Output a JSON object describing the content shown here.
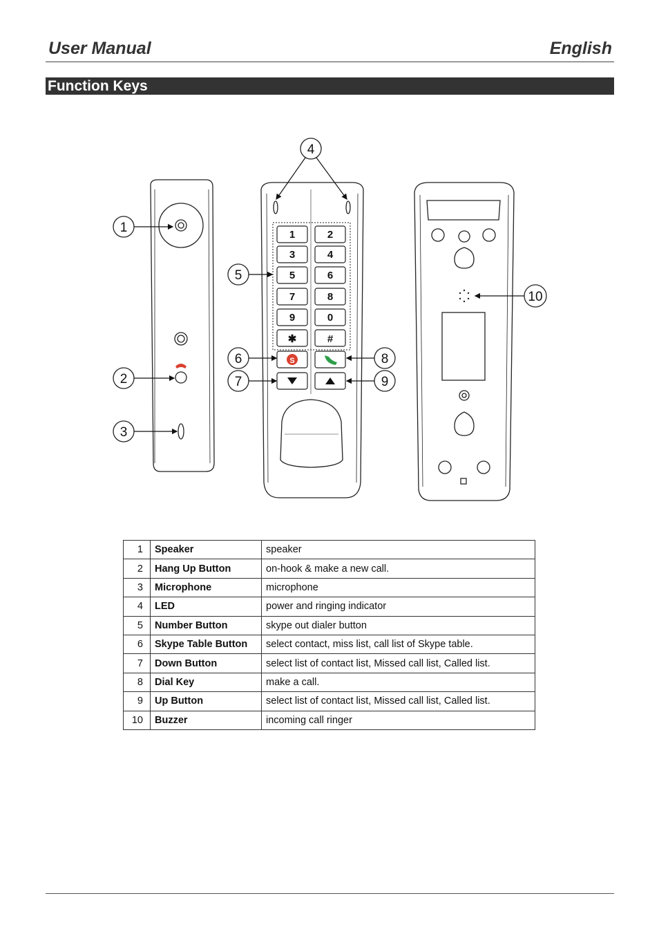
{
  "header": {
    "left": "User Manual",
    "right": "English"
  },
  "section": {
    "title": "Function Keys"
  },
  "figure": {
    "callouts": [
      "1",
      "2",
      "3",
      "4",
      "5",
      "6",
      "7",
      "8",
      "9",
      "10"
    ],
    "keypad": [
      "1",
      "2",
      "3",
      "4",
      "5",
      "6",
      "7",
      "8",
      "9",
      "0",
      "✱",
      "#"
    ]
  },
  "table": {
    "rows": [
      {
        "num": "1",
        "name": "Speaker",
        "desc": "speaker"
      },
      {
        "num": "2",
        "name": "Hang Up Button",
        "desc": "on-hook & make a new call."
      },
      {
        "num": "3",
        "name": "Microphone",
        "desc": "microphone"
      },
      {
        "num": "4",
        "name": "LED",
        "desc": "power and ringing indicator"
      },
      {
        "num": "5",
        "name": "Number Button",
        "desc": "skype out dialer button"
      },
      {
        "num": "6",
        "name": "Skype Table Button",
        "desc": "select contact, miss list, call list of Skype table."
      },
      {
        "num": "7",
        "name": "Down Button",
        "desc": "select list of contact list, Missed call list, Called list."
      },
      {
        "num": "8",
        "name": "Dial Key",
        "desc": "make a call."
      },
      {
        "num": "9",
        "name": "Up Button",
        "desc": "select list of contact list, Missed call list, Called list."
      },
      {
        "num": "10",
        "name": "Buzzer",
        "desc": "incoming call ringer"
      }
    ]
  },
  "colors": {
    "section_bar": "#333333",
    "skype_button": "#d9412f",
    "dial_icon": "#2e9e4a",
    "hangup_icon": "#d9412f"
  }
}
